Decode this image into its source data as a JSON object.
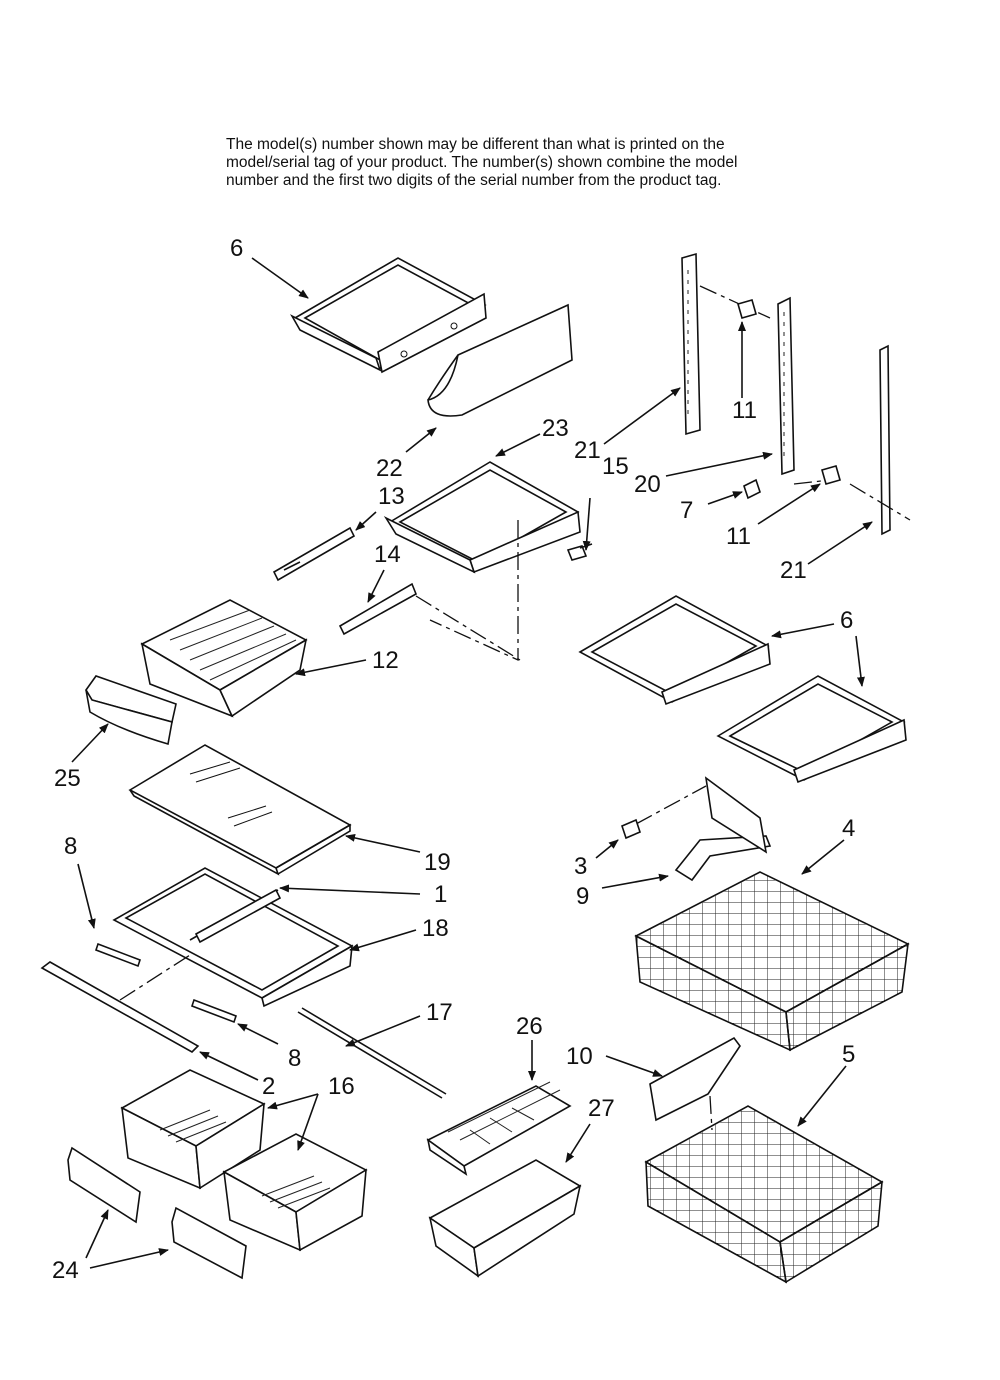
{
  "note": {
    "line1": "The model(s) number shown may be different than what is printed on the",
    "line2": "model/serial tag of your product. The number(s) shown combine the model",
    "line3": "number and the first two digits of the serial number from the product tag."
  },
  "callouts": {
    "c6a": "6",
    "c22": "22",
    "c23": "23",
    "c13": "13",
    "c14": "14",
    "c12": "12",
    "c25": "25",
    "c19": "19",
    "c8a": "8",
    "c1": "1",
    "c18": "18",
    "c8b": "8",
    "c17": "17",
    "c2": "2",
    "c16": "16",
    "c24": "24",
    "c26": "26",
    "c27": "27",
    "c21a": "21",
    "c15": "15",
    "c11a": "11",
    "c20": "20",
    "c7": "7",
    "c11b": "11",
    "c21b": "21",
    "c6b": "6",
    "c3": "3",
    "c9": "9",
    "c4": "4",
    "c10": "10",
    "c5": "5"
  }
}
